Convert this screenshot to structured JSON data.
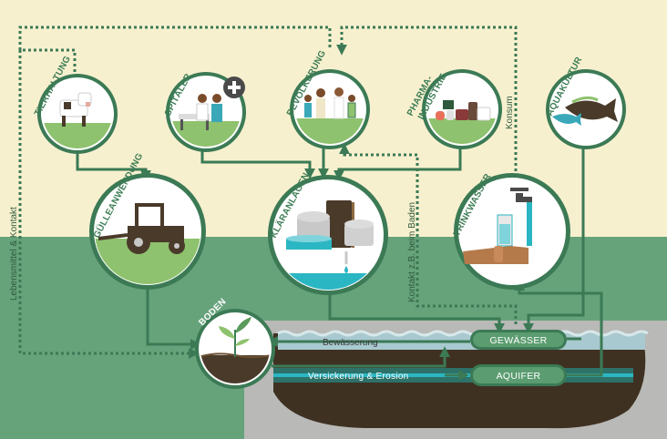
{
  "nodes": {
    "tierhaltung": "TIERHALTUNG",
    "spitaeler": "SPITÄLER",
    "bevoelkerung": "BEVÖLKERUNG",
    "pharma_line1": "PHARMA-",
    "pharma_line2": "INDUSTRIE",
    "aquakultur": "AQUAKULTUR",
    "guelleanwendung": "GÜLLEANWENDUNG",
    "klaeranlagen": "KLÄRANLAGEN",
    "trinkwasser": "TRINKWASSER",
    "boden": "BODEN",
    "gewaesser": "GEWÄSSER",
    "aquifer": "AQUIFER"
  },
  "flows": {
    "lebensmittel_kontakt": "Lebensmittel & Kontakt",
    "konsum": "Konsum",
    "kontakt_boden": "Kontakt z.B. beim Baden",
    "bewaesserung": "Bewässerung",
    "versickerung": "Versickerung & Erosion"
  },
  "colors": {
    "background_top": "#f7f0cf",
    "background_bottom": "#66a37b",
    "arrow": "#3b7a55",
    "circle_inner": "#8ec26e",
    "water": "#2bb6c3",
    "soil": "#4a3a2a",
    "ground": "#b7b7b5"
  }
}
